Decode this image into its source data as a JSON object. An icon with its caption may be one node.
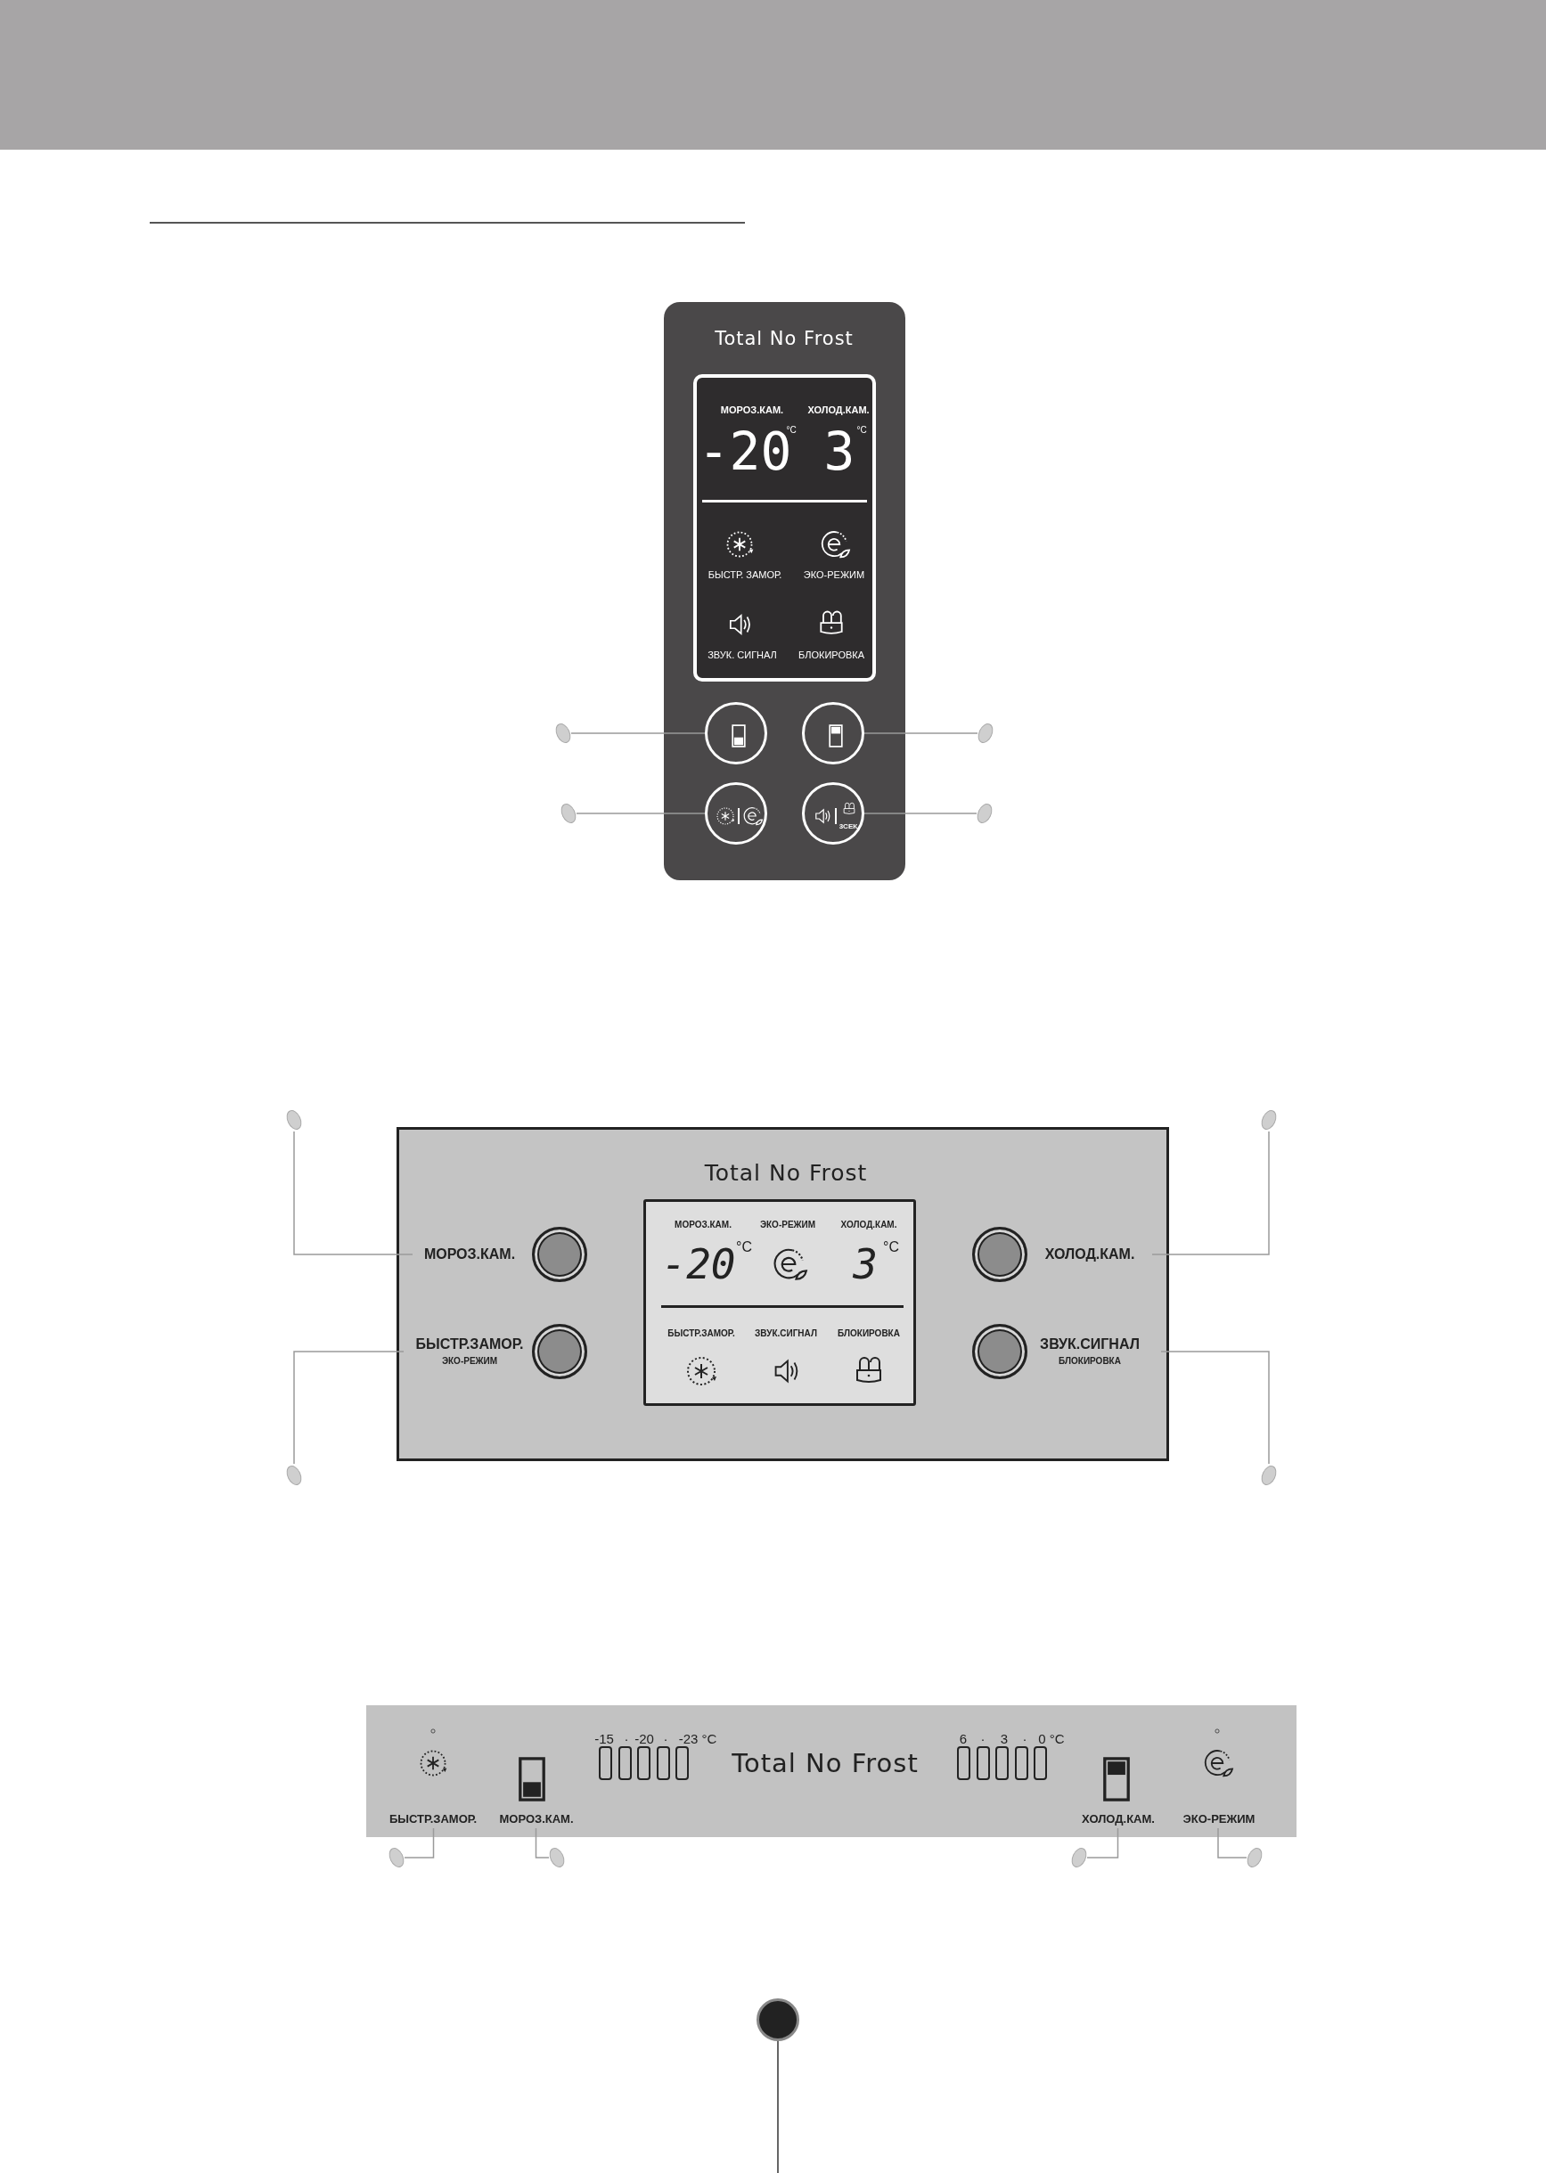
{
  "diagram": {
    "nodes": [
      {
        "text": [
          "Total No Frost"
        ]
      },
      {
        "text": [
          "МОРОЗ.КАМ.",
          "ХОЛОД.КАМ.",
          "-20",
          "°C",
          "3",
          "°C",
          "БЫСТР. ЗАМОР.",
          "ЭКО-РЕЖИМ",
          "ЗВУК. СИГНАЛ",
          "БЛОКИРОВКА"
        ],
        "in": 0
      },
      {
        "text": [],
        "shape": "circle",
        "in": 0
      },
      {
        "text": [],
        "shape": "circle",
        "in": 0
      },
      {
        "text": [],
        "shape": "circle",
        "in": 0
      },
      {
        "text": [
          "3СЕК."
        ],
        "in": 0
      },
      {
        "text": [],
        "shape": "ellipse"
      },
      {
        "text": [],
        "shape": "ellipse"
      },
      {
        "text": [],
        "shape": "ellipse"
      },
      {
        "text": [],
        "shape": "ellipse"
      },
      {
        "text": [],
        "shape": "ellipse"
      },
      {
        "text": [],
        "shape": "ellipse"
      },
      {
        "text": [
          "Total No Frost"
        ]
      },
      {
        "text": [
          "МОРОЗ.КАМ.",
          "ЭКО-РЕЖИМ",
          "ХОЛОД.КАМ.",
          "-20",
          "°C",
          "3",
          "°C",
          "БЫСТР.ЗАМОР.",
          "ЗВУК.СИГНАЛ",
          "БЛОКИРОВКА"
        ],
        "in": 12
      },
      {
        "text": [],
        "shape": "circle",
        "in": 12,
        "beside": [
          "МОРОЗ.КАМ."
        ]
      },
      {
        "text": [],
        "shape": "circle",
        "in": 12,
        "beside": [
          "ХОЛОД.КАМ."
        ]
      },
      {
        "text": [],
        "shape": "circle",
        "in": 12,
        "beside": [
          "БЫСТР.ЗАМОР.",
          "ЭКО-РЕЖИМ"
        ]
      },
      {
        "text": [],
        "shape": "circle",
        "in": 12,
        "beside": [
          "ЗВУК.СИГНАЛ",
          "БЛОКИРОВКА"
        ]
      },
      {
        "text": [],
        "shape": "ellipse"
      },
      {
        "text": [],
        "shape": "ellipse"
      },
      {
        "text": [
          "Total No Frost"
        ]
      },
      {
        "text": [
          "БЫСТР.ЗАМОР."
        ],
        "in": 20
      },
      {
        "text": [
          "МОРОЗ.КАМ."
        ],
        "in": 20
      },
      {
        "text": [
          "ХОЛОД.КАМ."
        ],
        "in": 20
      },
      {
        "text": [
          "ЭКО-РЕЖИМ"
        ],
        "in": 20
      },
      {
        "text": [],
        "shape": "ellipse"
      },
      {
        "text": [],
        "shape": "ellipse"
      },
      {
        "text": [],
        "shape": "ellipse"
      },
      {
        "text": [],
        "shape": "ellipse"
      }
    ],
    "edges": [
      {
        "from": 6,
        "to": 2,
        "arrow": "none"
      },
      {
        "from": 7,
        "to": 3,
        "arrow": "none"
      },
      {
        "from": 8,
        "to": 4,
        "arrow": "none"
      },
      {
        "from": 9,
        "to": 5,
        "arrow": "none"
      },
      {
        "from": 10,
        "to": 14,
        "arrow": "none"
      },
      {
        "from": 11,
        "to": 15,
        "arrow": "none"
      },
      {
        "from": 18,
        "to": 16,
        "arrow": "none"
      },
      {
        "from": 19,
        "to": 17,
        "arrow": "none"
      },
      {
        "from": 25,
        "to": 21,
        "arrow": "none"
      },
      {
        "from": 26,
        "to": 22,
        "arrow": "none"
      },
      {
        "from": 27,
        "to": 23,
        "arrow": "none"
      },
      {
        "from": 28,
        "to": 24,
        "arrow": "none"
      }
    ],
    "labels": [
      "-15",
      "·",
      "-20",
      "·",
      "-23 °C",
      "6",
      "·",
      "3",
      "·",
      "0 °C"
    ]
  }
}
